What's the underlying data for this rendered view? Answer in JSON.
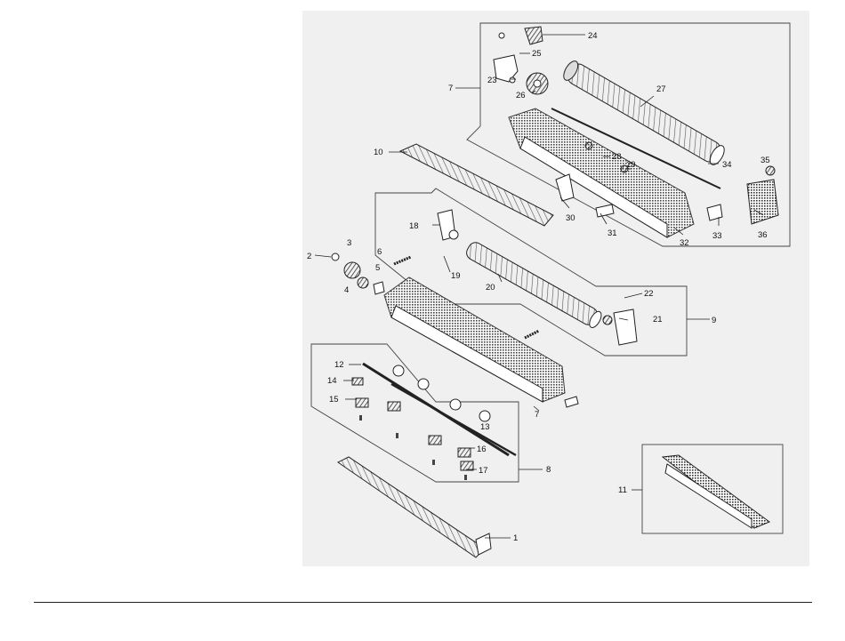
{
  "diagram": {
    "callouts": [
      {
        "id": "c24",
        "text": "24"
      },
      {
        "id": "c25",
        "text": "25"
      },
      {
        "id": "c23",
        "text": "23"
      },
      {
        "id": "c26",
        "text": "26"
      },
      {
        "id": "c27",
        "text": "27"
      },
      {
        "id": "c7a",
        "text": "7"
      },
      {
        "id": "c10",
        "text": "10"
      },
      {
        "id": "c28",
        "text": "28"
      },
      {
        "id": "c29",
        "text": "29"
      },
      {
        "id": "c34",
        "text": "34"
      },
      {
        "id": "c35",
        "text": "35"
      },
      {
        "id": "c30",
        "text": "30"
      },
      {
        "id": "c31",
        "text": "31"
      },
      {
        "id": "c32",
        "text": "32"
      },
      {
        "id": "c33",
        "text": "33"
      },
      {
        "id": "c36",
        "text": "36"
      },
      {
        "id": "c18",
        "text": "18"
      },
      {
        "id": "c2",
        "text": "2"
      },
      {
        "id": "c3",
        "text": "3"
      },
      {
        "id": "c6",
        "text": "6"
      },
      {
        "id": "c5",
        "text": "5"
      },
      {
        "id": "c4",
        "text": "4"
      },
      {
        "id": "c19",
        "text": "19"
      },
      {
        "id": "c20",
        "text": "20"
      },
      {
        "id": "c22",
        "text": "22"
      },
      {
        "id": "c21",
        "text": "21"
      },
      {
        "id": "c9",
        "text": "9"
      },
      {
        "id": "c12",
        "text": "12"
      },
      {
        "id": "c14",
        "text": "14"
      },
      {
        "id": "c15",
        "text": "15"
      },
      {
        "id": "c7b",
        "text": "7"
      },
      {
        "id": "c13",
        "text": "13"
      },
      {
        "id": "c16",
        "text": "16"
      },
      {
        "id": "c17",
        "text": "17"
      },
      {
        "id": "c8",
        "text": "8"
      },
      {
        "id": "c11",
        "text": "11"
      },
      {
        "id": "c1",
        "text": "1"
      }
    ]
  }
}
